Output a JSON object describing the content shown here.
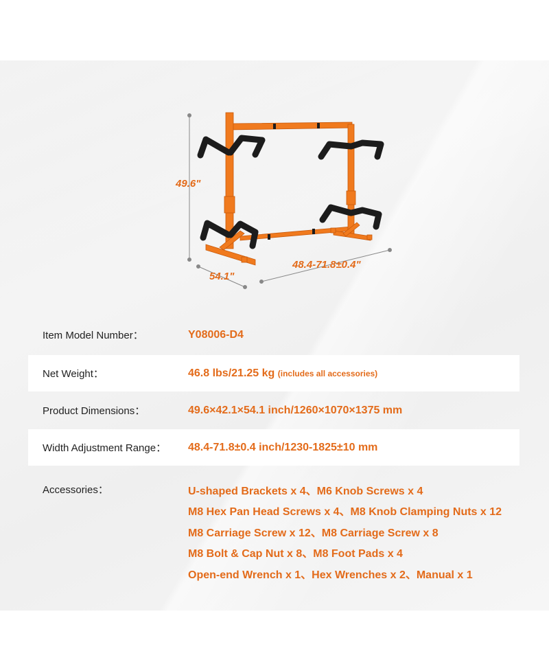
{
  "dimensions": {
    "height": "49.6\"",
    "depth": "54.1\"",
    "width": "48.4-71.8±0.4\""
  },
  "specs": [
    {
      "label": "Item Model Number：",
      "value": "Y08006-D4",
      "note": ""
    },
    {
      "label": "Net Weight：",
      "value": "46.8 lbs/21.25 kg",
      "note": "(includes all accessories)"
    },
    {
      "label": "Product Dimensions：",
      "value": "49.6×42.1×54.1 inch/1260×1070×1375 mm",
      "note": ""
    },
    {
      "label": "Width Adjustment Range：",
      "value": "48.4-71.8±0.4 inch/1230-1825±10 mm",
      "note": ""
    }
  ],
  "accessories": {
    "label": "Accessories：",
    "lines": [
      "U-shaped Brackets x 4、M6 Knob Screws x 4",
      "M8 Hex Pan Head Screws x 4、M8 Knob Clamping Nuts x 12",
      "M8 Carriage Screw x 12、M8 Carriage Screw x 8",
      "M8 Bolt & Cap Nut x 8、M8 Foot Pads x 4",
      "Open-end Wrench x 1、Hex Wrenches x 2、Manual x 1"
    ]
  },
  "colors": {
    "accent": "#e36b1a",
    "frame": "#f07a1e",
    "arm": "#1c1c1c",
    "text": "#222222"
  }
}
